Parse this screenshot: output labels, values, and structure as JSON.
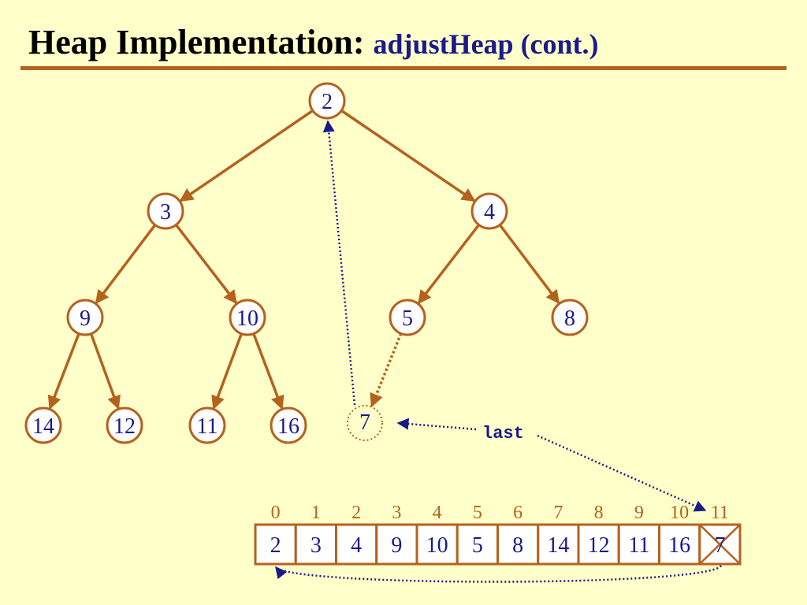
{
  "title": {
    "main": "Heap Implementation:",
    "sub": "adjustHeap (cont.)"
  },
  "colors": {
    "edge": "#B4621E",
    "text": "#1A1A8C",
    "background": "#FFFFC9",
    "node_fill": "#FFFFFF"
  },
  "tree": {
    "nodes": [
      "2",
      "3",
      "4",
      "9",
      "10",
      "5",
      "8",
      "14",
      "12",
      "11",
      "16"
    ],
    "moved_node": "7"
  },
  "pointer_label": "last",
  "array": {
    "indices": [
      "0",
      "1",
      "2",
      "3",
      "4",
      "5",
      "6",
      "7",
      "8",
      "9",
      "10",
      "11"
    ],
    "values": [
      "2",
      "3",
      "4",
      "9",
      "10",
      "5",
      "8",
      "14",
      "12",
      "11",
      "16",
      "7"
    ],
    "crossed_index": 11
  }
}
